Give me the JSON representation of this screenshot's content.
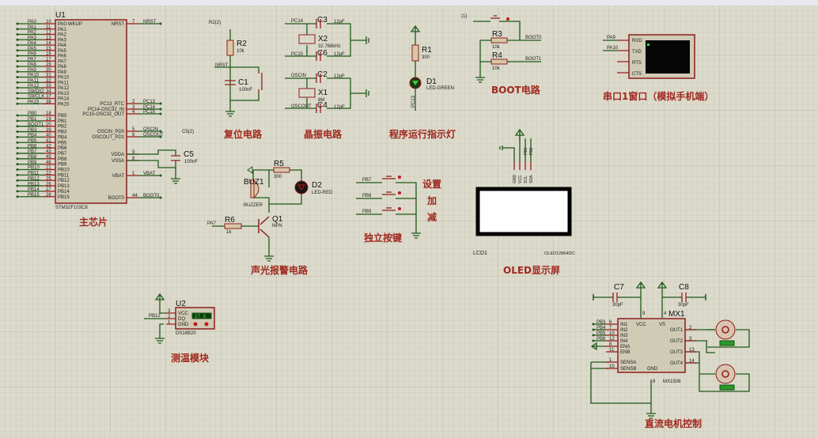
{
  "colors": {
    "background": "#dcdacb",
    "wire": "#1f5a1a",
    "pin": "#9b1e1e",
    "label": "#a0281e"
  },
  "mcu": {
    "ref": "U1",
    "part": "STM32F103C8",
    "block_label": "主芯片",
    "left_pins": [
      {
        "net": "PA0",
        "num": "10",
        "name": "PA0-WKUP"
      },
      {
        "net": "PA1",
        "num": "11",
        "name": "PA1"
      },
      {
        "net": "PA2",
        "num": "12",
        "name": "PA2"
      },
      {
        "net": "PA3",
        "num": "13",
        "name": "PA3"
      },
      {
        "net": "PA4",
        "num": "14",
        "name": "PA4"
      },
      {
        "net": "PA5",
        "num": "15",
        "name": "PA5"
      },
      {
        "net": "PA6",
        "num": "16",
        "name": "PA6"
      },
      {
        "net": "PA7",
        "num": "17",
        "name": "PA7"
      },
      {
        "net": "PA8",
        "num": "29",
        "name": "PA8"
      },
      {
        "net": "PA9",
        "num": "30",
        "name": "PA9"
      },
      {
        "net": "PA10",
        "num": "31",
        "name": "PA10"
      },
      {
        "net": "PA11",
        "num": "32",
        "name": "PA11"
      },
      {
        "net": "PA12",
        "num": "33",
        "name": "PA12"
      },
      {
        "net": "SWDIO",
        "num": "34",
        "name": "PA13"
      },
      {
        "net": "SWCLK",
        "num": "37",
        "name": "PA14"
      },
      {
        "net": "PA15",
        "num": "38",
        "name": "PA15"
      },
      {
        "net": "PB0",
        "num": "18",
        "name": "PB0"
      },
      {
        "net": "PB1",
        "num": "19",
        "name": "PB1"
      },
      {
        "net": "BOOT1",
        "num": "20",
        "name": "PB2"
      },
      {
        "net": "PB3",
        "num": "39",
        "name": "PB3"
      },
      {
        "net": "PB4",
        "num": "40",
        "name": "PB4"
      },
      {
        "net": "PB5",
        "num": "41",
        "name": "PB5"
      },
      {
        "net": "PB6",
        "num": "42",
        "name": "PB6"
      },
      {
        "net": "PB7",
        "num": "43",
        "name": "PB7"
      },
      {
        "net": "PB8",
        "num": "45",
        "name": "PB8"
      },
      {
        "net": "PB9",
        "num": "46",
        "name": "PB9"
      },
      {
        "net": "PB10",
        "num": "21",
        "name": "PB10"
      },
      {
        "net": "PB11",
        "num": "22",
        "name": "PB11"
      },
      {
        "net": "PB12",
        "num": "25",
        "name": "PB12"
      },
      {
        "net": "PB13",
        "num": "26",
        "name": "PB13"
      },
      {
        "net": "PB14",
        "num": "27",
        "name": "PB14"
      },
      {
        "net": "PB15",
        "num": "28",
        "name": "PB15"
      }
    ],
    "right_pins": [
      {
        "net": "NRST",
        "num": "7",
        "name": "NRST"
      },
      {
        "net": "PC13",
        "num": "2",
        "name": "PC13_RTC"
      },
      {
        "net": "PC14",
        "num": "3",
        "name": "PC14-OSC32_IN"
      },
      {
        "net": "PC15",
        "num": "4",
        "name": "PC15-OSC32_OUT"
      },
      {
        "net": "OSCIN",
        "num": "5",
        "name": "OSCIN_PD0"
      },
      {
        "net": "OSCOUT",
        "num": "6",
        "name": "OSCOUT_PD1"
      },
      {
        "net": "",
        "num": "9",
        "name": "VDDA"
      },
      {
        "net": "",
        "num": "8",
        "name": "VSSA"
      },
      {
        "net": "VBAT",
        "num": "1",
        "name": "VBAT"
      },
      {
        "net": "BOOT0",
        "num": "44",
        "name": "BOOT0"
      }
    ],
    "c5": {
      "ref": "C5",
      "value": "100nF",
      "probe": "C5(2)"
    }
  },
  "reset": {
    "block_label": "复位电路",
    "r_ref": "R2",
    "r_value": "10k",
    "c_ref": "C1",
    "c_value": "100nF",
    "net": "NRST",
    "probe": "R2(2)"
  },
  "crystal": {
    "block_label": "晶振电路",
    "x2_ref": "X2",
    "x2_value": "32.768kHz",
    "x1_ref": "X1",
    "x1_value": "8M",
    "caps": [
      {
        "ref": "C3",
        "value": "12pF"
      },
      {
        "ref": "C6",
        "value": "12pF"
      },
      {
        "ref": "C2",
        "value": "12pF"
      },
      {
        "ref": "C4",
        "value": "12pF"
      }
    ],
    "nets": [
      "PC14",
      "PC15",
      "OSCIN",
      "OSCOUT"
    ]
  },
  "led": {
    "block_label": "程序运行指示灯",
    "r_ref": "R1",
    "r_value": "300",
    "d_ref": "D1",
    "d_value": "LED-GREEN",
    "net": "PC13"
  },
  "boot": {
    "block_label": "BOOT电路",
    "probe": "(1)",
    "r3_ref": "R3",
    "r3_value": "10k",
    "r4_ref": "R4",
    "r4_value": "10k",
    "net0": "BOOT0",
    "net1": "BOOT1"
  },
  "uart": {
    "block_label": "串口1窗口（模拟手机端）",
    "pins": [
      "RXD",
      "TXD",
      "RTS",
      "CTS"
    ],
    "nets": [
      "PA9",
      "PA10"
    ]
  },
  "alarm": {
    "block_label": "声光报警电路",
    "buz_ref": "BUZ1",
    "buz_value": "BUZZER",
    "r5_ref": "R5",
    "r5_value": "300",
    "d2_ref": "D2",
    "d2_value": "LED-RED",
    "r6_ref": "R6",
    "r6_value": "1k",
    "q_ref": "Q1",
    "q_value": "NPN",
    "net": "PA7"
  },
  "keys": {
    "block_label": "独立按键",
    "nets": [
      "PB7",
      "PB8",
      "PB9"
    ],
    "labels": [
      "设置",
      "加",
      "减"
    ]
  },
  "oled": {
    "block_label": "OLED显示屏",
    "ref": "LCD1",
    "part": "OLED12864I2C",
    "pins": [
      "GND",
      "VCC",
      "SCL",
      "SDA"
    ],
    "nets": [
      "PB1",
      "PB0"
    ]
  },
  "temp": {
    "block_label": "测温模块",
    "ref": "U2",
    "part": "DS18B20",
    "reading": "27.0",
    "pins": [
      {
        "num": "3",
        "name": "VCC"
      },
      {
        "num": "2",
        "name": "DQ"
      },
      {
        "num": "1",
        "name": "GND"
      }
    ],
    "net": "PB12"
  },
  "motor": {
    "block_label": "直流电机控制",
    "ref": "MX1",
    "part": "MX1508",
    "c7_ref": "C7",
    "c7_value": "30pF",
    "c8_ref": "C8",
    "c8_value": "30pF",
    "left_pins": [
      {
        "net": "PB3",
        "num": "6",
        "name": "IN1"
      },
      {
        "net": "PB4",
        "num": "7",
        "name": "IN2"
      },
      {
        "net": "PB5",
        "num": "10",
        "name": "IN3"
      },
      {
        "net": "PB6",
        "num": "12",
        "name": "IN4"
      },
      {
        "net": "",
        "num": "8",
        "name": "ENA"
      },
      {
        "net": "",
        "num": "11",
        "name": "ENB"
      },
      {
        "net": "",
        "num": "1",
        "name": "SENSA"
      },
      {
        "net": "",
        "num": "15",
        "name": "SENSB"
      }
    ],
    "right_pins": [
      {
        "num": "2",
        "name": "OUT1"
      },
      {
        "num": "3",
        "name": "OUT2"
      },
      {
        "num": "13",
        "name": "OUT3"
      },
      {
        "num": "14",
        "name": "OUT4"
      }
    ],
    "top_pins": [
      {
        "num": "9",
        "name": "VCC"
      },
      {
        "num": "4",
        "name": "VS"
      }
    ],
    "gnd_pin": {
      "num": "8",
      "name": "GND"
    }
  }
}
